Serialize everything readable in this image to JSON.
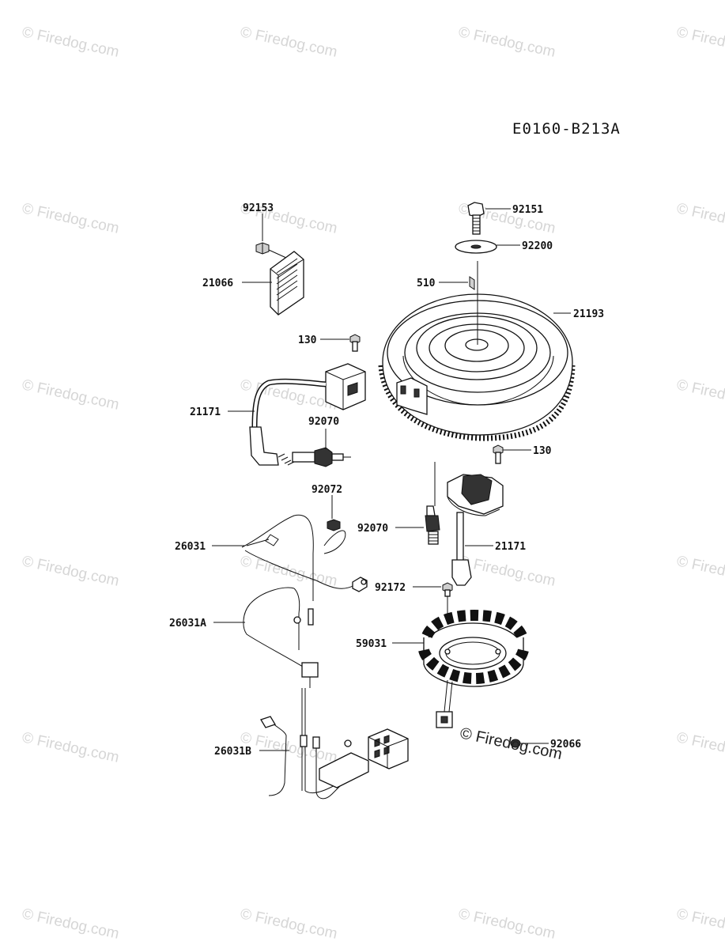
{
  "diagram": {
    "reference_code": "E0160-B213A",
    "watermark": "© Firedog.com",
    "center_watermark": "© Firedog.com",
    "labels": {
      "p92153": "92153",
      "p21066": "21066",
      "p92151": "92151",
      "p92200": "92200",
      "p510": "510",
      "p21193": "21193",
      "p130_top": "130",
      "p21171_top": "21171",
      "p92070_top": "92070",
      "p130_right": "130",
      "p92072": "92072",
      "p92070_mid": "92070",
      "p26031": "26031",
      "p21171_mid": "21171",
      "p92172": "92172",
      "p26031A": "26031A",
      "p59031": "59031",
      "p26031B": "26031B",
      "p92066": "92066"
    }
  }
}
